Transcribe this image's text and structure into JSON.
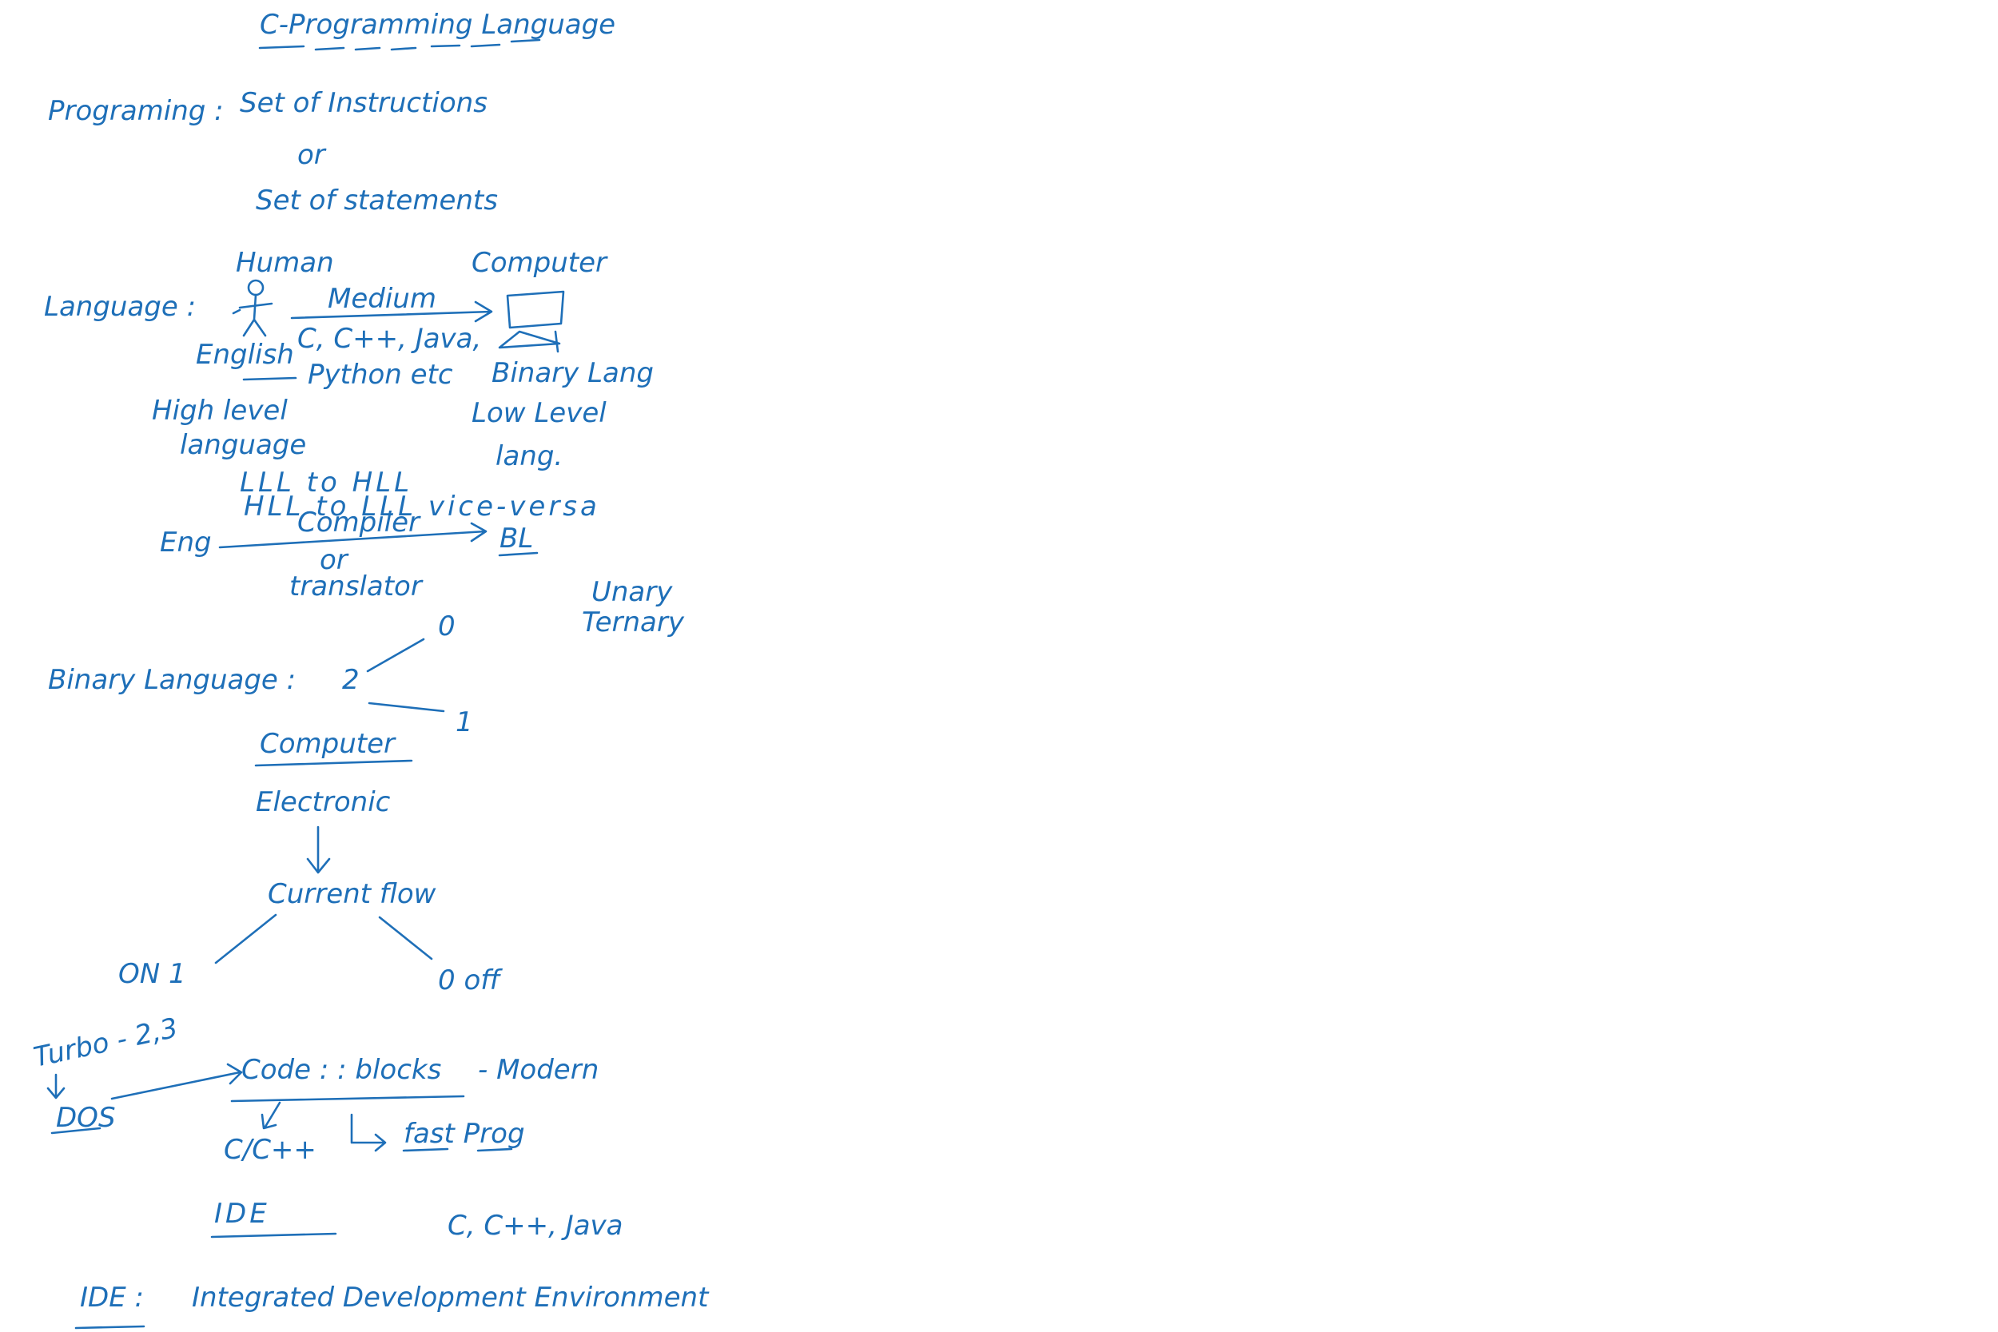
{
  "ink_color": "#1e6fb8",
  "background_color": "#ffffff",
  "notes": {
    "title": "C-Programming Language",
    "programming": {
      "label": "Programing :",
      "line1": "Set of Instructions",
      "or": "or",
      "line2": "Set of statements"
    },
    "language": {
      "label": "Language :",
      "human": "Human",
      "computer": "Computer",
      "medium": "Medium",
      "medium_langs_1": "C, C++, Java,",
      "medium_langs_2": "Python etc",
      "english": "English",
      "binary_lang": "Binary Lang",
      "low_level": "Low Level",
      "low_level_2": "lang.",
      "high_level": "High level",
      "high_level_2": "language",
      "lll_to_hll": "LLL to HLL",
      "hll_to_lll": "HLL to LLL vice-versa",
      "eng": "Eng",
      "compiler": "Compiler",
      "or": "or",
      "translator": "translator",
      "bl": "BL"
    },
    "binary": {
      "label": "Binary Language :",
      "two": "2",
      "zero": "0",
      "one": "1",
      "unary": "Unary",
      "ternary": "Ternary"
    },
    "computer": {
      "title": "Computer",
      "electronic": "Electronic",
      "current_flow": "Current flow",
      "on": "ON 1",
      "off": "0 off"
    },
    "code": {
      "turbo": "Turbo - 2,3",
      "dos": "DOS",
      "code_blocks": "Code : : blocks",
      "modern": "- Modern",
      "c_cpp": "C/C++",
      "fast_prog": "fast Prog"
    },
    "ide": {
      "heading": "IDE",
      "langs": "C, C++, Java",
      "full_label": "IDE :",
      "full_text": "Integrated Development Environment"
    }
  }
}
